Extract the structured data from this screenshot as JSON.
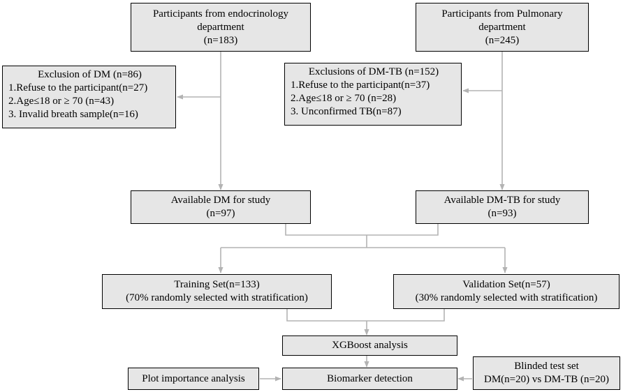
{
  "colors": {
    "box_fill": "#e6e6e6",
    "box_border": "#000000",
    "connector": "#b3b3b3"
  },
  "nodes": {
    "endo": {
      "lines": [
        "Participants from endocrinology",
        "department",
        "(n=183)"
      ]
    },
    "pulm": {
      "lines": [
        "Participants from Pulmonary",
        "department",
        "(n=245)"
      ]
    },
    "excl_dm": {
      "title": "Exclusion of DM (n=86)",
      "items": [
        "1.Refuse to the participant(n=27)",
        "2.Age≤18 or ≥ 70 (n=43)",
        "3. Invalid breath sample(n=16)"
      ]
    },
    "excl_dmtb": {
      "title": "Exclusions of DM-TB (n=152)",
      "items": [
        "1.Refuse to the participant(n=37)",
        "2.Age≤18 or ≥ 70 (n=28)",
        "3. Unconfirmed TB(n=87)"
      ]
    },
    "avail_dm": {
      "lines": [
        "Available DM for study",
        "(n=97)"
      ]
    },
    "avail_dmtb": {
      "lines": [
        "Available DM-TB for study",
        "(n=93)"
      ]
    },
    "training": {
      "lines": [
        "Training Set(n=133)",
        "(70% randomly selected with stratification)"
      ]
    },
    "validation": {
      "lines": [
        "Validation Set(n=57)",
        "(30% randomly selected with stratification)"
      ]
    },
    "xgboost": {
      "lines": [
        "XGBoost analysis"
      ]
    },
    "biomarker": {
      "lines": [
        "Biomarker detection"
      ]
    },
    "plot": {
      "lines": [
        "Plot importance analysis"
      ]
    },
    "blinded": {
      "lines": [
        "Blinded test set",
        "DM(n=20) vs DM-TB (n=20)"
      ]
    }
  }
}
